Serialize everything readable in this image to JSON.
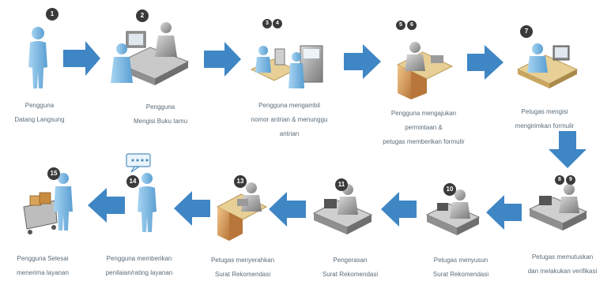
{
  "steps": [
    {
      "id": "s1",
      "badge": "1",
      "label_lines": [
        "Pengguna",
        "Datang Langsung"
      ]
    },
    {
      "id": "s2",
      "badge": "2",
      "label_lines": [
        "Pengguna",
        "Mengisi Buku tamu"
      ]
    },
    {
      "id": "s3",
      "badges": [
        "3",
        "4"
      ],
      "label_lines": [
        "Pengguna mengambil",
        "nomor antrian & menunggu",
        "antrian"
      ]
    },
    {
      "id": "s4",
      "badges": [
        "5",
        "6"
      ],
      "label_lines": [
        "Pengguna mengajukan",
        "permintaan &",
        "petugas memberikan formulir"
      ]
    },
    {
      "id": "s5",
      "badge": "7",
      "label_lines": [
        "Petugas mengisi",
        "mengirimkan formulir"
      ]
    },
    {
      "id": "s6",
      "badges": [
        "8",
        "9"
      ],
      "label_lines": [
        "Petugas memutuskan",
        "dan melakukan verifikasi"
      ]
    },
    {
      "id": "s7",
      "badge": "10",
      "label_lines": [
        "Petugas menyusun",
        "Surat Rekomendasi"
      ]
    },
    {
      "id": "s8",
      "badge": "11",
      "label_lines": [
        "Pengerasan",
        "Surat Rekomendasi"
      ]
    },
    {
      "id": "s9",
      "badge": "13",
      "label_lines": [
        "Petugas  menyerahkan",
        "Surat Rekomendasi"
      ]
    },
    {
      "id": "s10",
      "badge": "14",
      "label_lines": [
        "Pengguna memberikan",
        "penilaian/rating layanan"
      ]
    },
    {
      "id": "s11",
      "badge": "15",
      "label_lines": [
        "Pengguna Selesai",
        "menerima layanan"
      ]
    }
  ],
  "colors": {
    "arrow": "#3f86c5",
    "person": "#6fb3e0",
    "person_dark": "#4f8fc0",
    "desk_tan": "#e7cf95",
    "desk_wood": "#cf9450",
    "computer_gray": "#8a8a8a",
    "label": "#5b6c7a",
    "badge": "#3a3a3a"
  }
}
